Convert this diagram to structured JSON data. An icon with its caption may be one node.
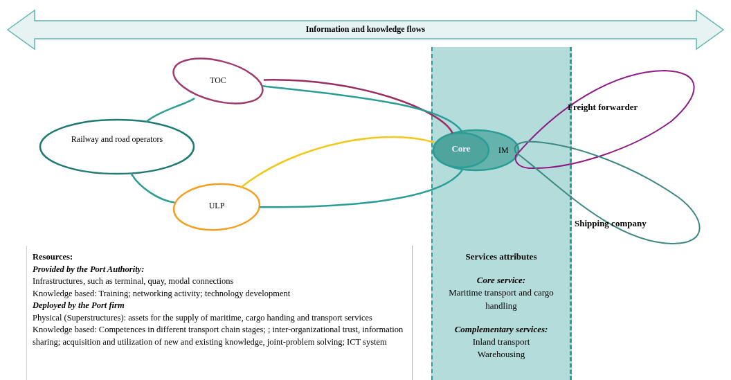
{
  "diagram": {
    "nodes": [
      {
        "text": [
          "Information and knowledge flows"
        ]
      },
      {
        "text": [
          "TOC"
        ]
      },
      {
        "text": [
          "Railway and road operators"
        ]
      },
      {
        "text": [
          "ULP"
        ]
      },
      {
        "text": [
          "Services attributes",
          "Core service:",
          "Maritime transport and cargo handling",
          "Complementary services:",
          "Inland transport",
          "Warehousing"
        ]
      },
      {
        "text": [
          "IM"
        ],
        "in": 4
      },
      {
        "text": [
          "Core"
        ],
        "in": 5
      },
      {
        "text": [
          "Freight forwarder"
        ]
      },
      {
        "text": [
          "Shipping company"
        ]
      },
      {
        "text": [
          "Resources:",
          "Provided by the Port Authority:",
          "Infrastructures, such as terminal, quay, modal connections",
          "Knowledge based: Training; networking activity; technology development",
          "Deployed by the Port firm",
          "Physical (Superstructures): assets for the supply of maritime, cargo handing and transport services",
          "Knowledge based: Competences in different transport chain stages; ; inter-organizational trust, information sharing; acquisition and utilization of new and existing knowledge, joint-problem solving; ICT system"
        ]
      }
    ],
    "edges": [
      {
        "from": 1,
        "to": 6,
        "arrow": "none",
        "color": "#9b2d62"
      },
      {
        "from": 3,
        "to": 6,
        "arrow": "none",
        "color": "#f2c81a"
      },
      {
        "from": 2,
        "to": 1,
        "arrow": "none"
      },
      {
        "from": 1,
        "to": 5,
        "arrow": "none"
      },
      {
        "from": 2,
        "to": 3,
        "arrow": "none"
      },
      {
        "from": 3,
        "to": 5,
        "arrow": "none"
      }
    ]
  }
}
